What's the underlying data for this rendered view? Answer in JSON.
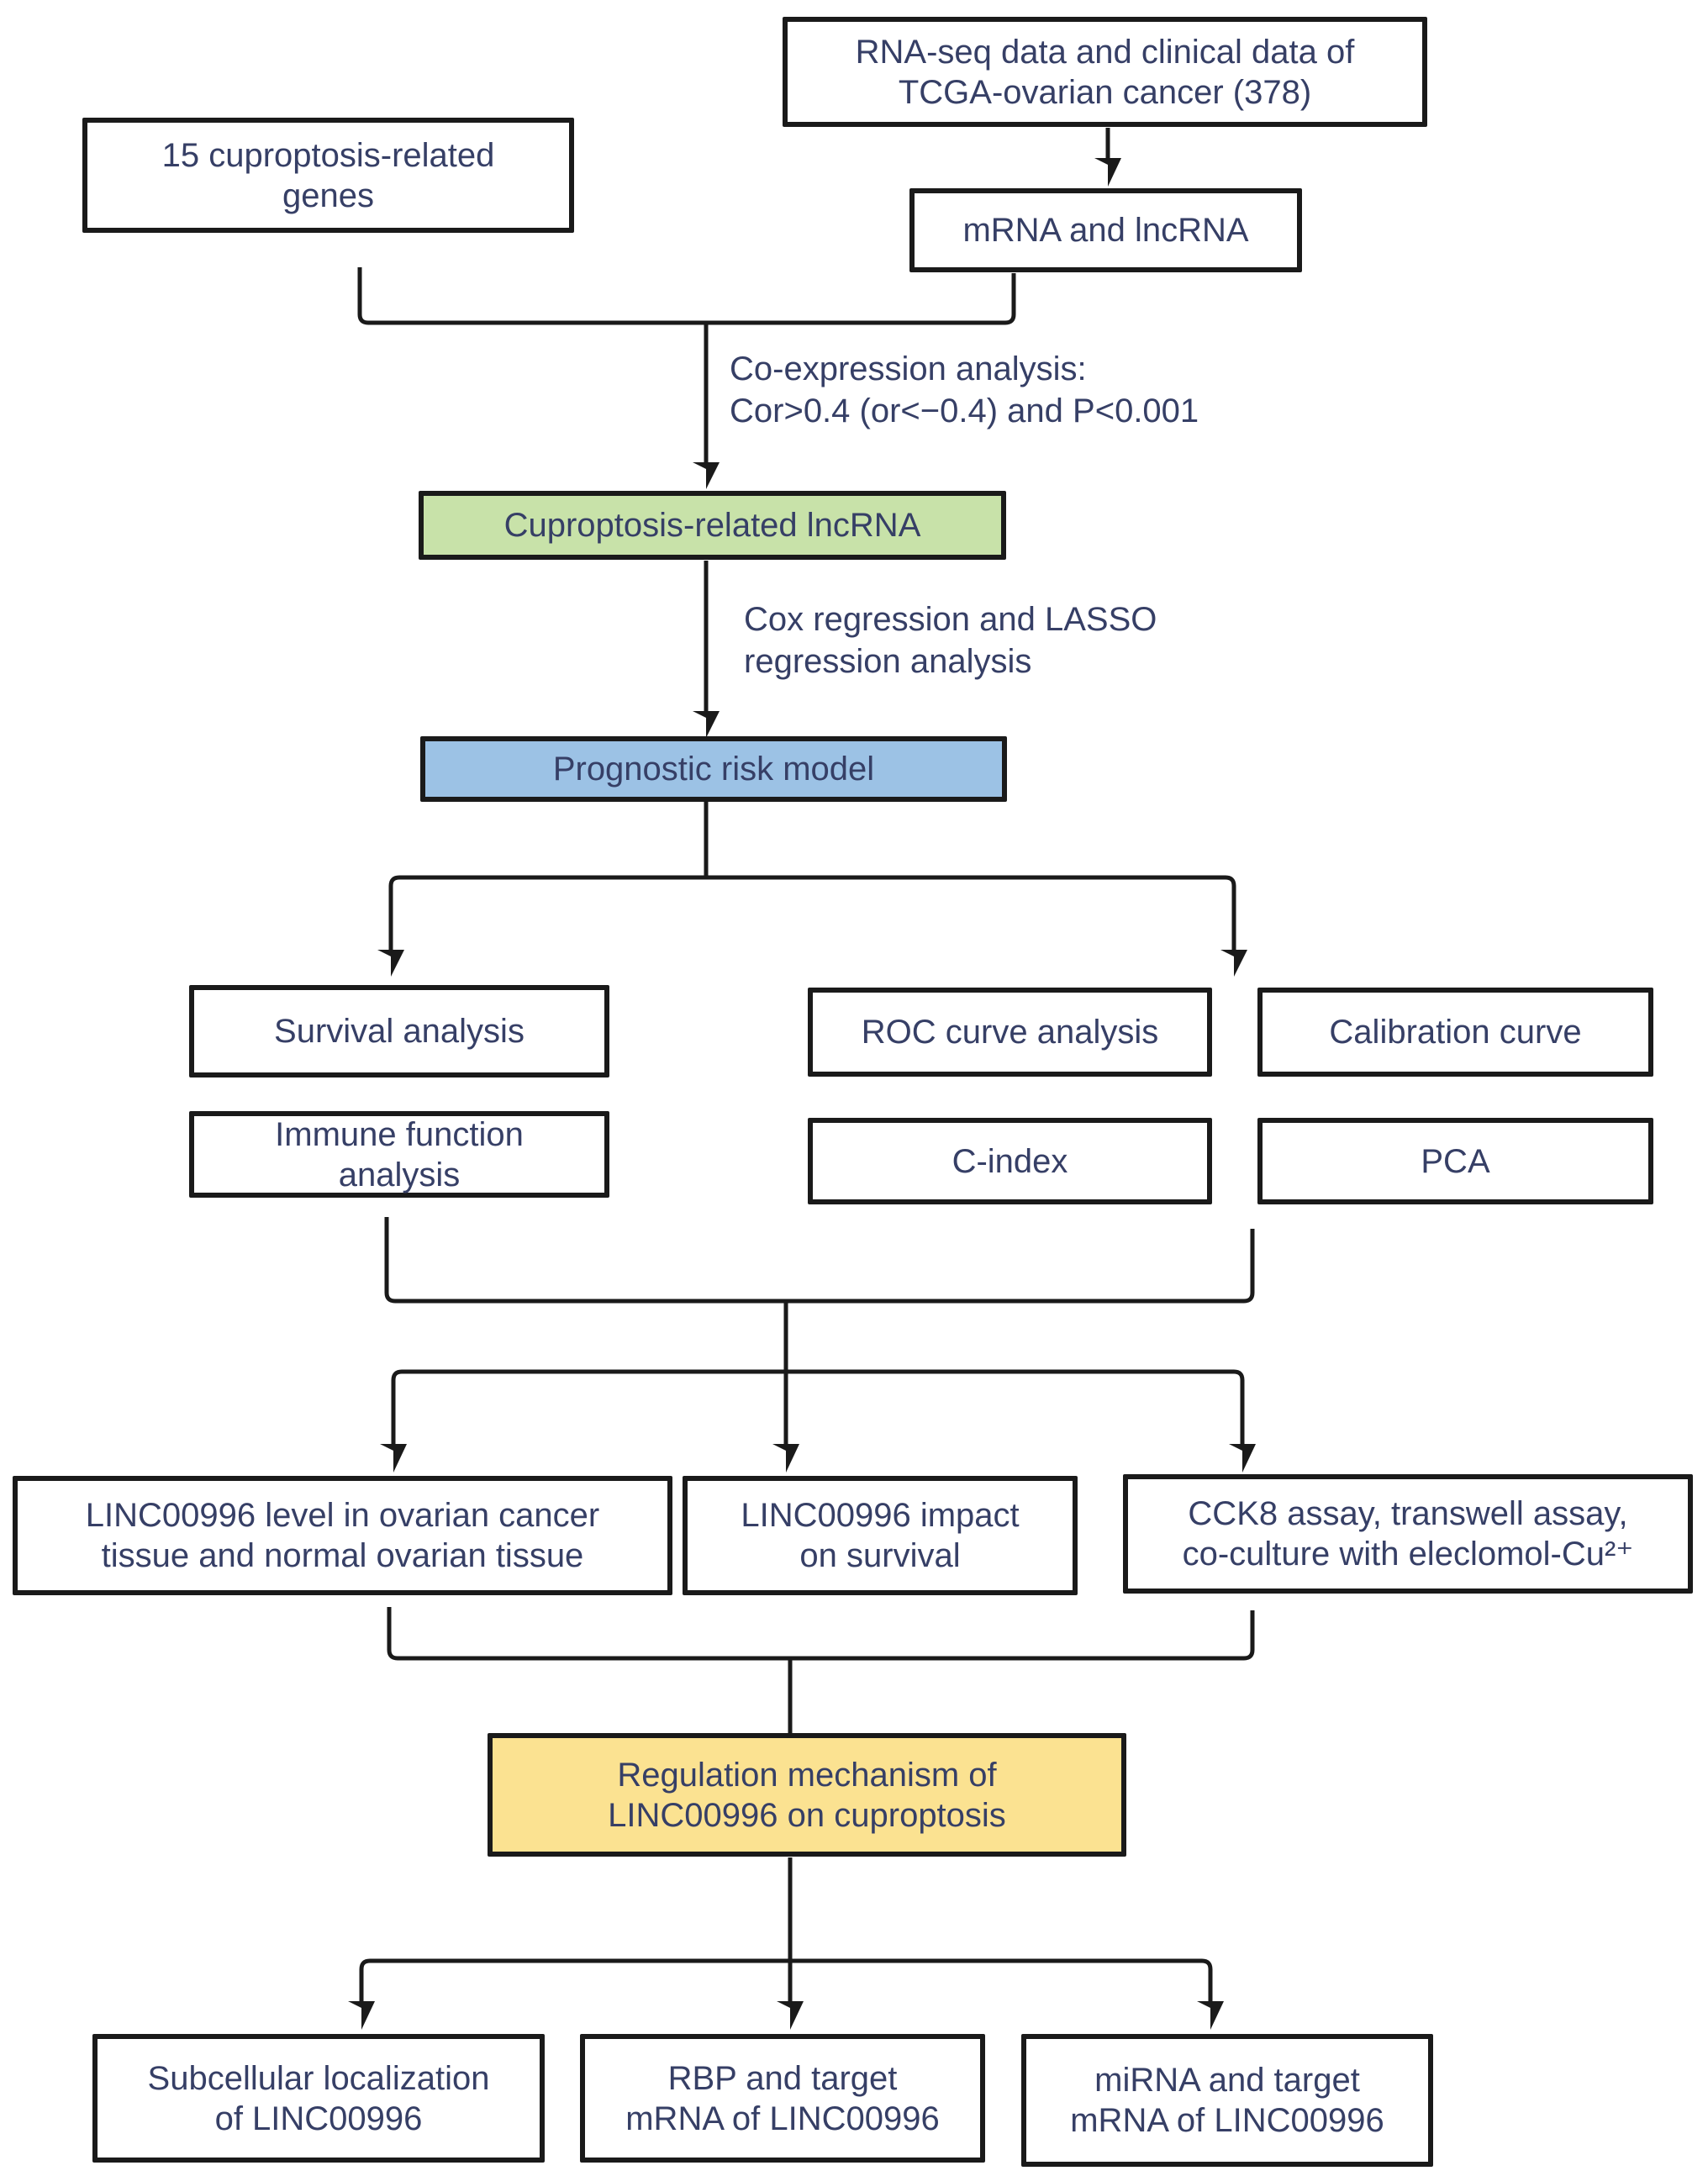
{
  "figure": {
    "title": "Study design flowchart: cuproptosis-related lncRNA prognostic model in ovarian cancer"
  },
  "colors": {
    "line_color": "#1a1a1a",
    "text_color": "#363f66",
    "green_fill": "#c8e2a9",
    "blue_fill": "#9cc2e5",
    "yellow_fill": "#fbe291",
    "white_fill": "#ffffff",
    "background": "#ffffff"
  },
  "boxes": {
    "rna": {
      "line1": "RNA-seq data and clinical data of",
      "line2": "TCGA-ovarian cancer (378)"
    },
    "genes": {
      "line1": "15 cuproptosis-related",
      "line2": "genes"
    },
    "mrna": {
      "line1": "mRNA and lncRNA"
    },
    "cuproptosis_lncrna": {
      "line1": "Cuproptosis-related lncRNA"
    },
    "risk_model": {
      "line1": "Prognostic risk model"
    },
    "survival": {
      "line1": "Survival analysis"
    },
    "roc": {
      "line1": "ROC curve analysis"
    },
    "calibration": {
      "line1": "Calibration curve"
    },
    "immune": {
      "line1": "Immune function",
      "line2": "analysis"
    },
    "cindex": {
      "line1": "C-index"
    },
    "pca": {
      "line1": "PCA"
    },
    "linc_level": {
      "line1": "LINC00996 level in ovarian cancer",
      "line2": "tissue and normal ovarian tissue"
    },
    "linc_impact": {
      "line1": "LINC00996 impact",
      "line2": "on survival"
    },
    "cck8": {
      "line1": "CCK8 assay, transwell assay,",
      "line2": "co-culture with eleclomol-Cu²⁺"
    },
    "regulation": {
      "line1": "Regulation mechanism of",
      "line2": "LINC00996 on cuproptosis"
    },
    "subcellular": {
      "line1": "Subcellular localization",
      "line2": "of LINC00996"
    },
    "rbp": {
      "line1": "RBP and target",
      "line2": "mRNA of LINC00996"
    },
    "mirna": {
      "line1": "miRNA and target",
      "line2": "mRNA of LINC00996"
    }
  },
  "annotations": {
    "coexpression": {
      "line1": "Co-expression analysis:",
      "line2": "Cor>0.4 (or<−0.4) and P<0.001"
    },
    "cox_lasso": {
      "line1": "Cox regression and LASSO",
      "line2": "regression analysis"
    }
  }
}
